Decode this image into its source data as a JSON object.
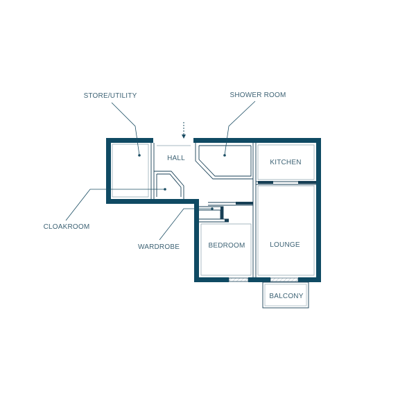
{
  "rooms": {
    "store_utility": "STORE/UTILITY",
    "shower_room": "SHOWER ROOM",
    "hall": "HALL",
    "kitchen": "KITCHEN",
    "cloakroom": "CLOAKROOM",
    "wardrobe": "WARDROBE",
    "bedroom": "BEDROOM",
    "lounge": "LOUNGE",
    "balcony": "BALCONY"
  },
  "colors": {
    "wall": "#0f4a63",
    "label": "#3d6274"
  },
  "icons": {
    "entrance": "entrance-arrow-icon"
  }
}
